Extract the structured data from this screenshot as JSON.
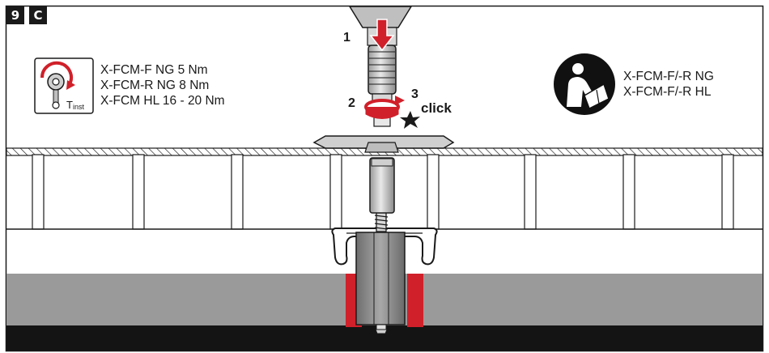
{
  "panel": {
    "step_number": "9",
    "variant_letter": "C"
  },
  "torque_specs": {
    "lines": [
      "X-FCM-F NG 5 Nm",
      "X-FCM-R NG 8 Nm",
      "X-FCM HL 16 - 20 Nm"
    ],
    "torque_label_main": "T",
    "torque_label_sub": "inst"
  },
  "manual_reference": {
    "lines": [
      "X-FCM-F/-R NG",
      "X-FCM-F/-R HL"
    ]
  },
  "steps": {
    "step1": "1",
    "step2": "2",
    "step3": "3",
    "click": "click"
  },
  "colors": {
    "accent_red": "#d0202a",
    "ink": "#1a1a1a",
    "mid_gray": "#9a9a9a",
    "light_gray": "#e6e6e6"
  }
}
